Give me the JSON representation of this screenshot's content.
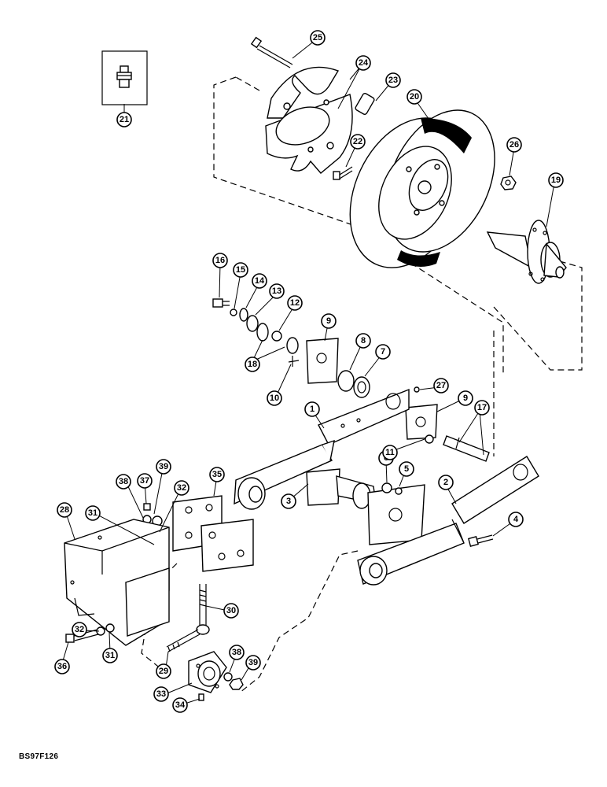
{
  "figure_code": "BS97F126",
  "callouts": {
    "c1": "1",
    "c2": "2",
    "c3": "3",
    "c4": "4",
    "c5": "5",
    "c6": "6",
    "c7": "7",
    "c8": "8",
    "c9a": "9",
    "c9b": "9",
    "c10": "10",
    "c11": "11",
    "c12": "12",
    "c13": "13",
    "c14": "14",
    "c15": "15",
    "c16": "16",
    "c17": "17",
    "c18": "18",
    "c19": "19",
    "c20": "20",
    "c21": "21",
    "c22": "22",
    "c23": "23",
    "c24": "24",
    "c25": "25",
    "c26": "26",
    "c27": "27",
    "c28": "28",
    "c29": "29",
    "c30": "30",
    "c31a": "31",
    "c31b": "31",
    "c32a": "32",
    "c32b": "32",
    "c33": "33",
    "c34": "34",
    "c35": "35",
    "c36": "36",
    "c37": "37",
    "c38a": "38",
    "c38b": "38",
    "c39a": "39",
    "c39b": "39"
  }
}
